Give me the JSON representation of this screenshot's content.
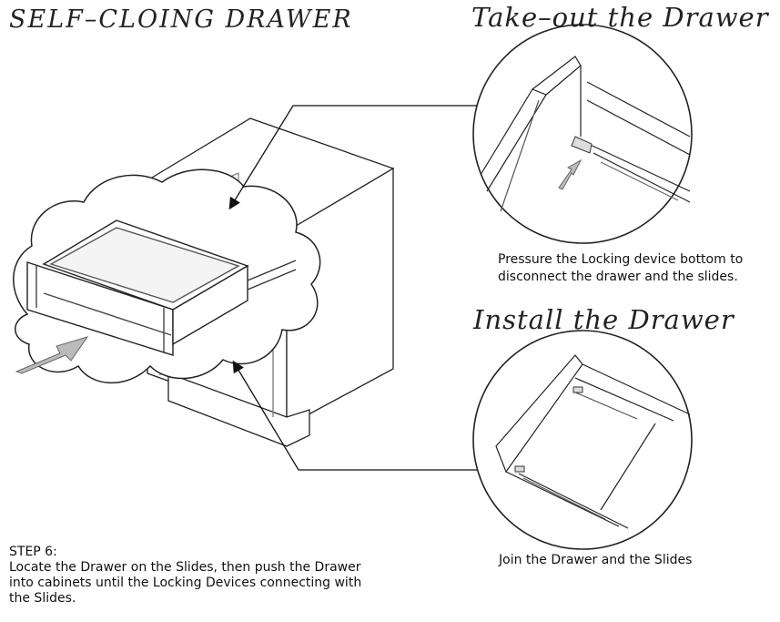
{
  "titles": {
    "main": "SELF–CLOING DRAWER",
    "take_out": "Take–out the Drawer",
    "install": "Install the Drawer"
  },
  "captions": {
    "pressure_line1": "Pressure the Locking device bottom to",
    "pressure_line2": "disconnect the drawer and the slides.",
    "join": "Join the Drawer and the Slides"
  },
  "step": {
    "heading": "STEP 6:",
    "line1": "Locate the Drawer on the Slides, then push the Drawer",
    "line2": "into cabinets until the Locking Devices connecting with",
    "line3": "the Slides."
  }
}
